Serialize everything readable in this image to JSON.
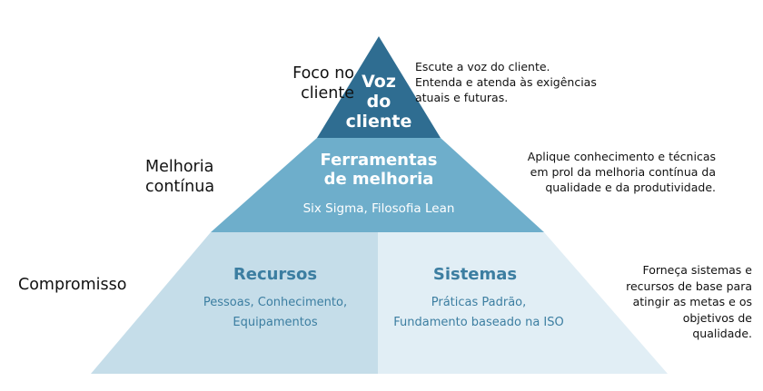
{
  "colors": {
    "top": "#2f6d91",
    "middle": "#6eaecb",
    "bottom_left": "#c5dde9",
    "bottom_right": "#e1eef5",
    "bottom_text": "#3c7ea1",
    "white": "#ffffff"
  },
  "pyramid": {
    "top": {
      "title": "Voz\ndo\ncliente",
      "side_label": "Foco no\ncliente",
      "note": "Escute a voz do cliente.\nEntenda e atenda às exigências\natuais e futuras."
    },
    "middle": {
      "title": "Ferramentas\nde melhoria",
      "subtitle": "Six Sigma, Filosofia Lean",
      "side_label": "Melhoria\ncontínua",
      "note": "Aplique conhecimento e técnicas\nem prol da melhoria contínua da\nqualidade e da produtividade."
    },
    "bottom": {
      "side_label": "Compromisso",
      "left": {
        "title": "Recursos",
        "subtitle": "Pessoas, Conhecimento,\nEquipamentos"
      },
      "right": {
        "title": "Sistemas",
        "subtitle": "Práticas Padrão,\nFundamento baseado na ISO"
      },
      "note": "Forneça sistemas e\nrecursos de base para\natingir as metas e os\nobjetivos de\nqualidade."
    }
  }
}
